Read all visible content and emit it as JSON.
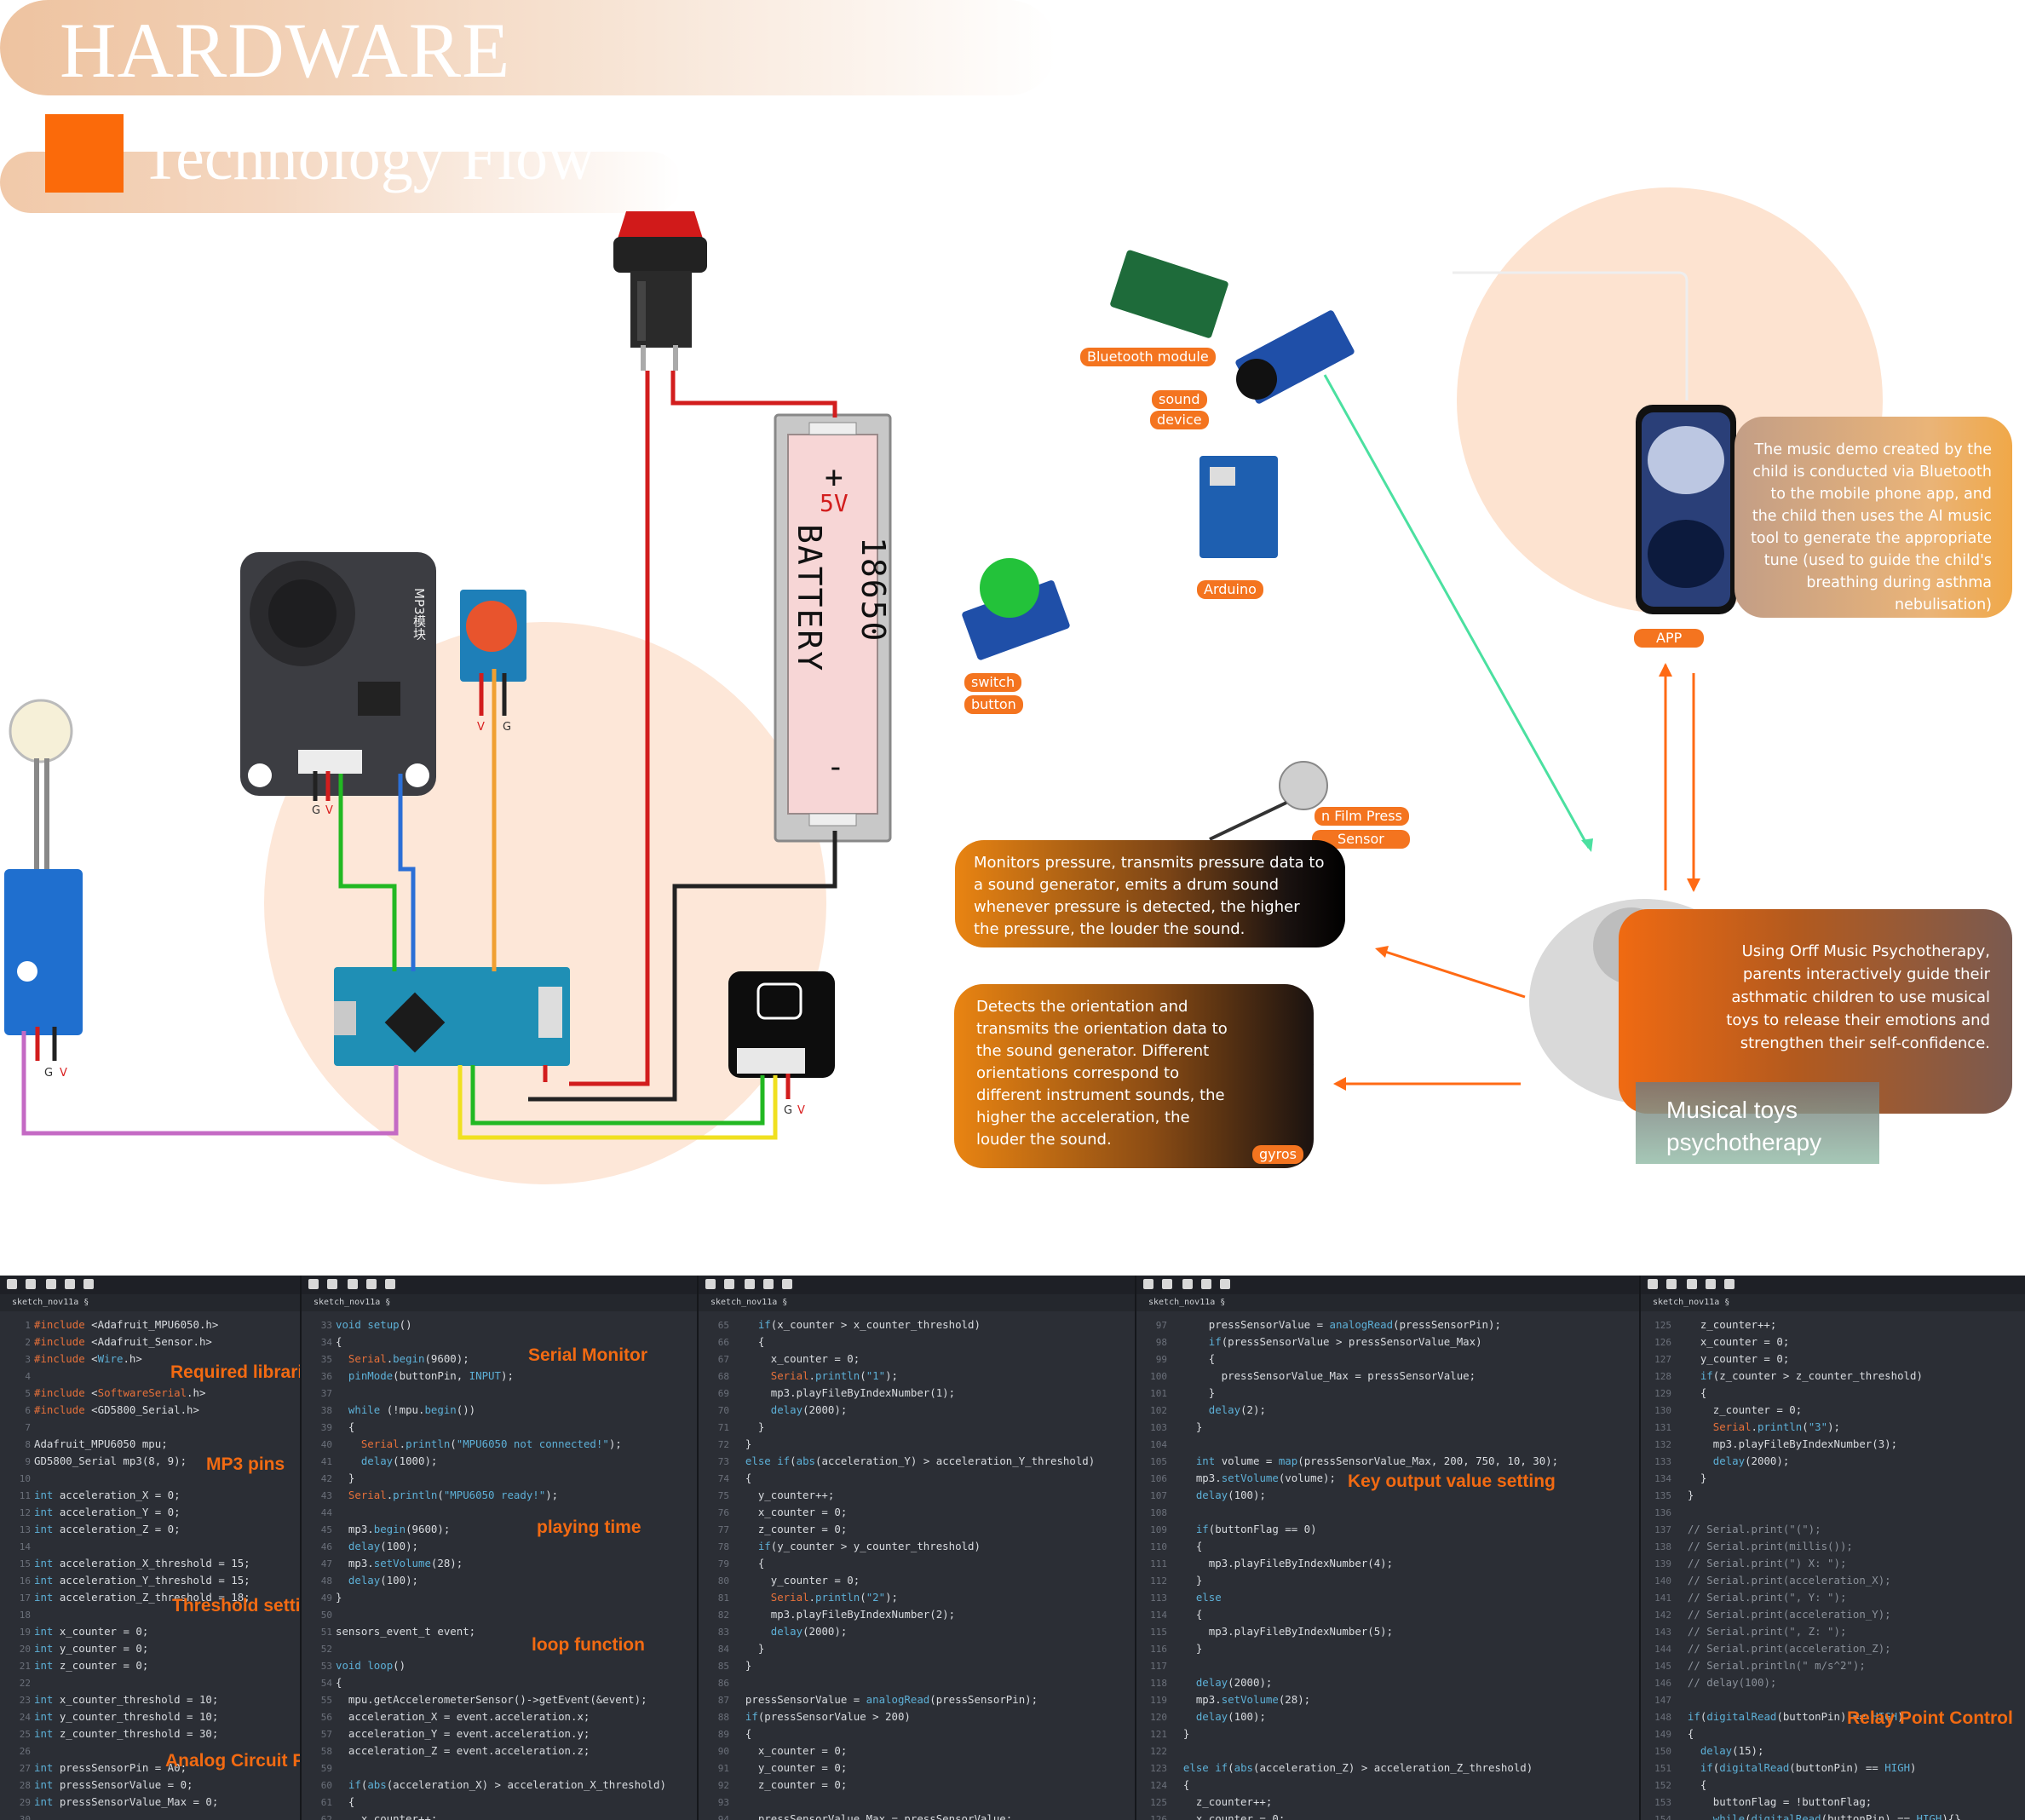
{
  "header": {
    "title": "HARDWARE",
    "subtitle": "Technology Flow"
  },
  "circuit": {
    "battery": {
      "plus": "+",
      "voltage": "5V",
      "label_line1": "18650",
      "label_line2": "BATTERY",
      "minus": "-"
    },
    "mp3_module": {
      "label": "MP3模块",
      "pins_left": "G",
      "pins_right": "V"
    },
    "button_module": {
      "pins": "V",
      "pins_g": "G"
    },
    "sensor_board": {
      "pins_g": "G",
      "pins_v": "V"
    },
    "gyro_small": {
      "pins_g": "G",
      "pins_v": "V"
    }
  },
  "components": {
    "bluetooth": "Bluetooth module",
    "sound_line1": "sound",
    "sound_line2": "device",
    "arduino": "Arduino",
    "switch_line1": "switch",
    "switch_line2": "button",
    "film_line1": "n Film Press",
    "film_line2": "Sensor",
    "app": "APP",
    "gyros": "gyros"
  },
  "cards": {
    "pressure": "Monitors pressure, transmits pressure data to a sound generator, emits a drum sound whenever pressure is detected, the higher the pressure, the louder the sound.",
    "gyro": "Detects the orientation and transmits the orientation data to the sound generator. Different orientations correspond to different instrument sounds, the higher the acceleration, the louder the sound.",
    "app": "The music demo created by the child is conducted via Bluetooth to the mobile phone app, and the child then uses the AI music tool to generate the appropriate tune (used to guide the child's breathing during asthma nebulisation)",
    "orff": "Using Orff Music Psychotherapy, parents interactively guide their asthmatic children to use musical toys to release their emotions and strengthen their self-confidence.",
    "musical_line1": "Musical toys",
    "musical_line2": "psychotherapy"
  },
  "code": {
    "tab": "sketch_nov11a §",
    "annotations": {
      "required_libraries": "Required libraries",
      "mp3_pins": "MP3 pins",
      "threshold_setting": "Threshold setting",
      "analog_circuit_pins": "Analog Circuit Pins",
      "serial_monitor": "Serial Monitor",
      "playing_time": "playing time",
      "loop_function": "loop function",
      "key_output": "Key output value setting",
      "relay_point": "Relay Point Control"
    }
  },
  "colors": {
    "accent": "#fb6a0a",
    "tag": "#f4741f",
    "code_bg": "#2b2e35",
    "annotation": "#f26a12"
  }
}
